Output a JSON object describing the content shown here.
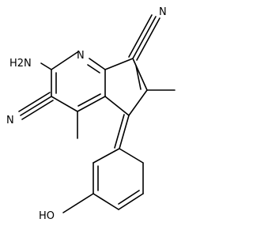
{
  "molecule": {
    "labels": {
      "nitrile_top": "N",
      "amine": "H2N",
      "ring_nitrogen": "N",
      "nitrile_left": "N",
      "hydroxyl": "HO"
    }
  }
}
